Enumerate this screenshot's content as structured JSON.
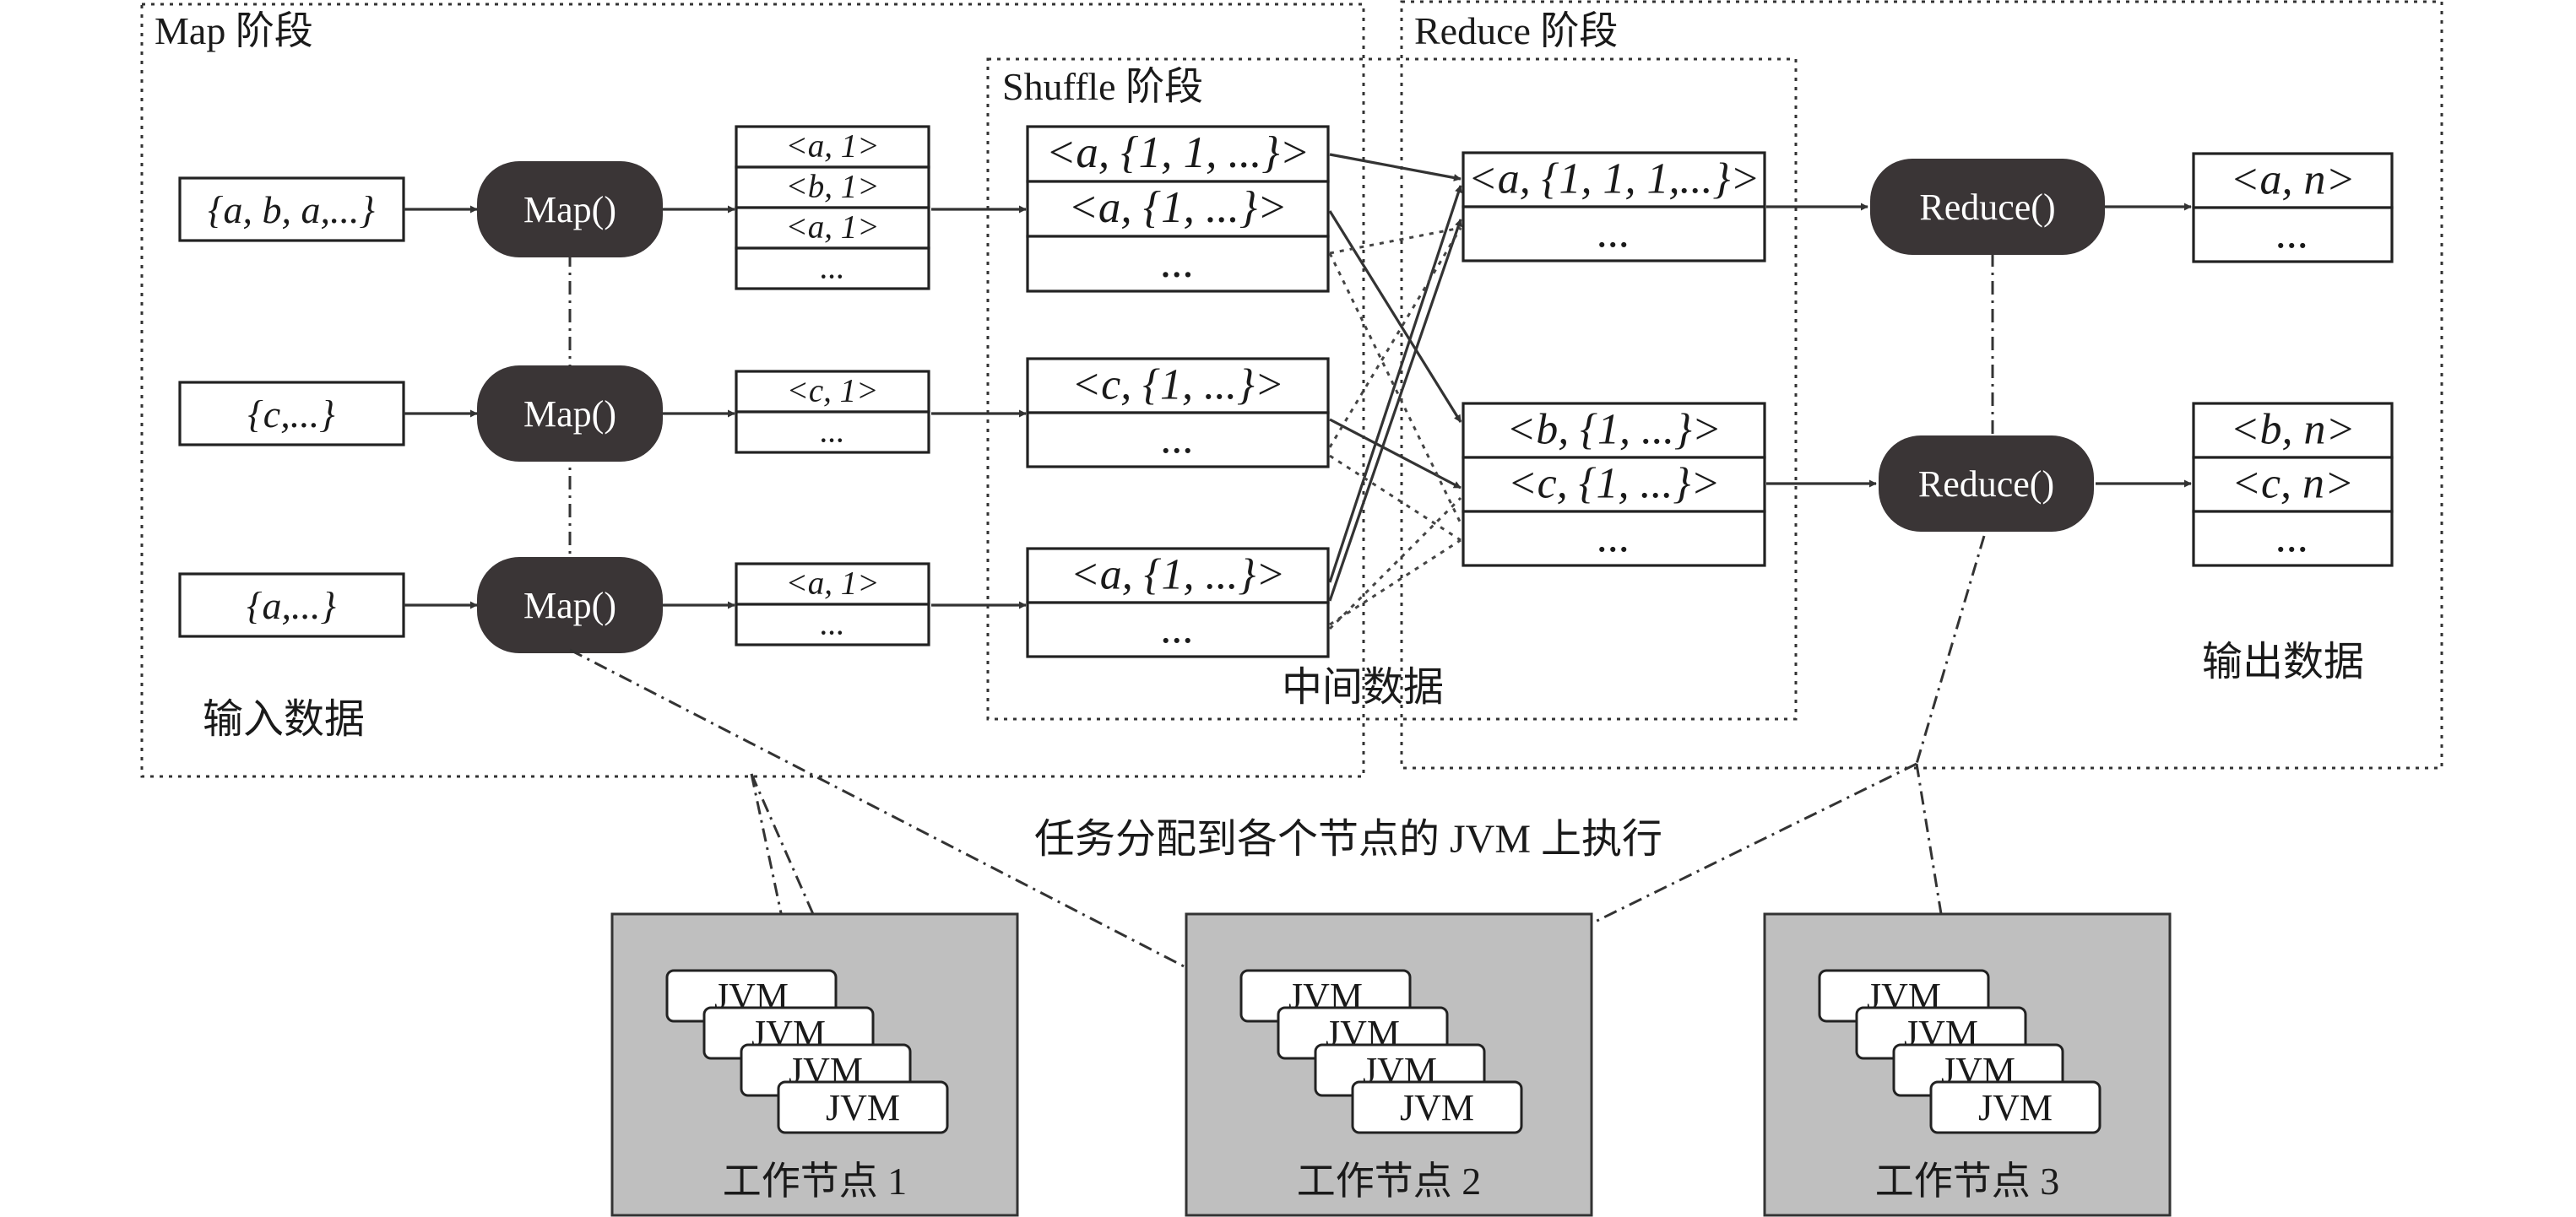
{
  "phases": {
    "map_title": "Map 阶段",
    "shuffle_title": "Shuffle 阶段",
    "reduce_title": "Reduce 阶段"
  },
  "labels": {
    "input_data": "输入数据",
    "intermediate_data": "中间数据",
    "output_data": "输出数据",
    "assign_note": "任务分配到各个节点的 JVM 上执行"
  },
  "inputs": [
    "{a, b, a,...}",
    "{c,...}",
    "{a,...}"
  ],
  "map_label": "Map()",
  "reduce_label": "Reduce()",
  "map_outputs": [
    [
      "<a, 1>",
      "<b, 1>",
      "<a, 1>",
      "..."
    ],
    [
      "<c, 1>",
      "..."
    ],
    [
      "<a, 1>",
      "..."
    ]
  ],
  "shuffle_groups": [
    [
      "<a, {1, 1, ...}>",
      "<a, {1, ...}>",
      "..."
    ],
    [
      "<c, {1, ...}>",
      "..."
    ],
    [
      "<a, {1, ...}>",
      "..."
    ]
  ],
  "merged": [
    [
      "<a, {1, 1, 1,...}>",
      "..."
    ],
    [
      "<b, {1, ...}>",
      "<c, {1, ...}>",
      "..."
    ]
  ],
  "outputs": [
    [
      "<a, n>",
      "..."
    ],
    [
      "<b, n>",
      "<c, n>",
      "..."
    ]
  ],
  "workers": [
    {
      "label": "工作节点 1",
      "jvms": [
        "JVM",
        "JVM",
        "JVM",
        "JVM"
      ]
    },
    {
      "label": "工作节点 2",
      "jvms": [
        "JVM",
        "JVM",
        "JVM",
        "JVM"
      ]
    },
    {
      "label": "工作节点 3",
      "jvms": [
        "JVM",
        "JVM",
        "JVM",
        "JVM"
      ]
    }
  ]
}
